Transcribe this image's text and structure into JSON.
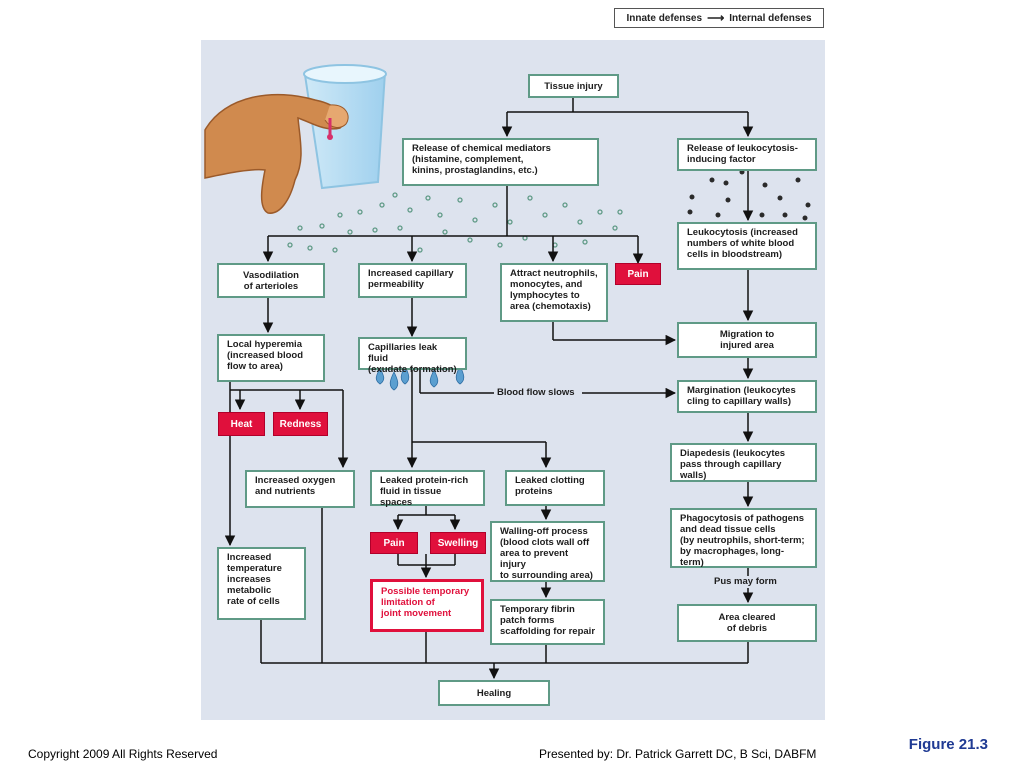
{
  "legend": {
    "left": "Innate defenses",
    "right": "Internal defenses"
  },
  "nodes": {
    "tissue_injury": "Tissue injury",
    "chemical_mediators": "Release of chemical mediators\n(histamine, complement,\nkinins, prostaglandins, etc.)",
    "leukocytosis_factor": "Release of leukocytosis-\ninducing factor",
    "leukocytosis": "Leukocytosis (increased\nnumbers of white blood\ncells in bloodstream)",
    "vasodilation": "Vasodilation\nof arterioles",
    "capillary_permeability": "Increased capillary\npermeability",
    "attract_neutrophils": "Attract neutrophils,\nmonocytes, and\nlymphocytes to\narea (chemotaxis)",
    "migration": "Migration to\ninjured area",
    "local_hyperemia": "Local hyperemia\n(increased blood\nflow to area)",
    "capillaries_leak": "Capillaries leak fluid\n(exudate formation)",
    "margination": "Margination (leukocytes\ncling to capillary walls)",
    "diapedesis": "Diapedesis (leukocytes\npass through capillary walls)",
    "increased_oxygen": "Increased oxygen\nand nutrients",
    "leaked_protein": "Leaked protein-rich\nfluid in tissue spaces",
    "leaked_clotting": "Leaked clotting\nproteins",
    "phagocytosis": "Phagocytosis of pathogens\nand dead tissue cells\n(by neutrophils, short-term;\nby macrophages, long-term)",
    "walling_off": "Walling-off process\n(blood clots wall off\narea to prevent injury\nto surrounding area)",
    "increased_temperature": "Increased\ntemperature\nincreases\nmetabolic\nrate of cells",
    "joint_movement": "Possible temporary\nlimitation of\njoint movement",
    "fibrin_patch": "Temporary fibrin\npatch forms\nscaffolding for repair",
    "area_cleared": "Area cleared\nof debris",
    "healing": "Healing"
  },
  "signs": {
    "pain_top": "Pain",
    "heat": "Heat",
    "redness": "Redness",
    "pain_bottom": "Pain",
    "swelling": "Swelling"
  },
  "labels": {
    "blood_flow_slows": "Blood flow slows",
    "pus_may_form": "Pus may form"
  },
  "footer": {
    "copyright": "Copyright 2009 All Rights Reserved",
    "presenter": "Presented by: Dr. Patrick Garrett DC, B Sci, DABFM",
    "figure": "Figure 21.3"
  },
  "colors": {
    "panel": "#dde3ee",
    "box_border": "#5f9a86",
    "sign_red": "#e0103c",
    "figure_blue": "#1f3a93"
  }
}
